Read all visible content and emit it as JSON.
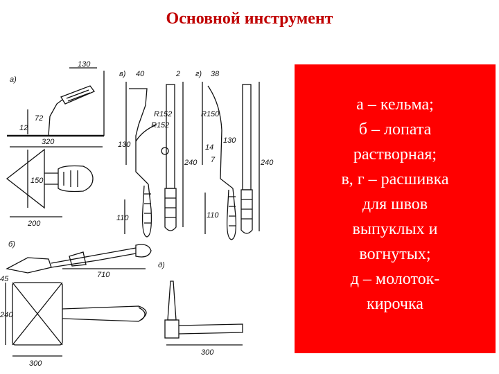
{
  "slide": {
    "title": "Основной инструмент",
    "accent_color": "#c00000",
    "box_color": "#ff0000"
  },
  "legend": {
    "lines": [
      "а – кельма;",
      "б – лопата",
      "растворная;",
      "в, г – расшивка",
      "для швов",
      "выпуклых и",
      "вогнутых;",
      "д – молоток-",
      "кирочка"
    ]
  },
  "drawing": {
    "panel_labels": [
      "а)",
      "в)",
      "г)",
      "б)",
      "д)"
    ],
    "dimensions": [
      "130",
      "72",
      "12",
      "320",
      "150",
      "200",
      "40",
      "2",
      "R152",
      "R152",
      "130",
      "240",
      "110",
      "38",
      "R150",
      "14",
      "7",
      "130",
      "240",
      "110",
      "45",
      "710",
      "240",
      "300",
      "300"
    ]
  }
}
